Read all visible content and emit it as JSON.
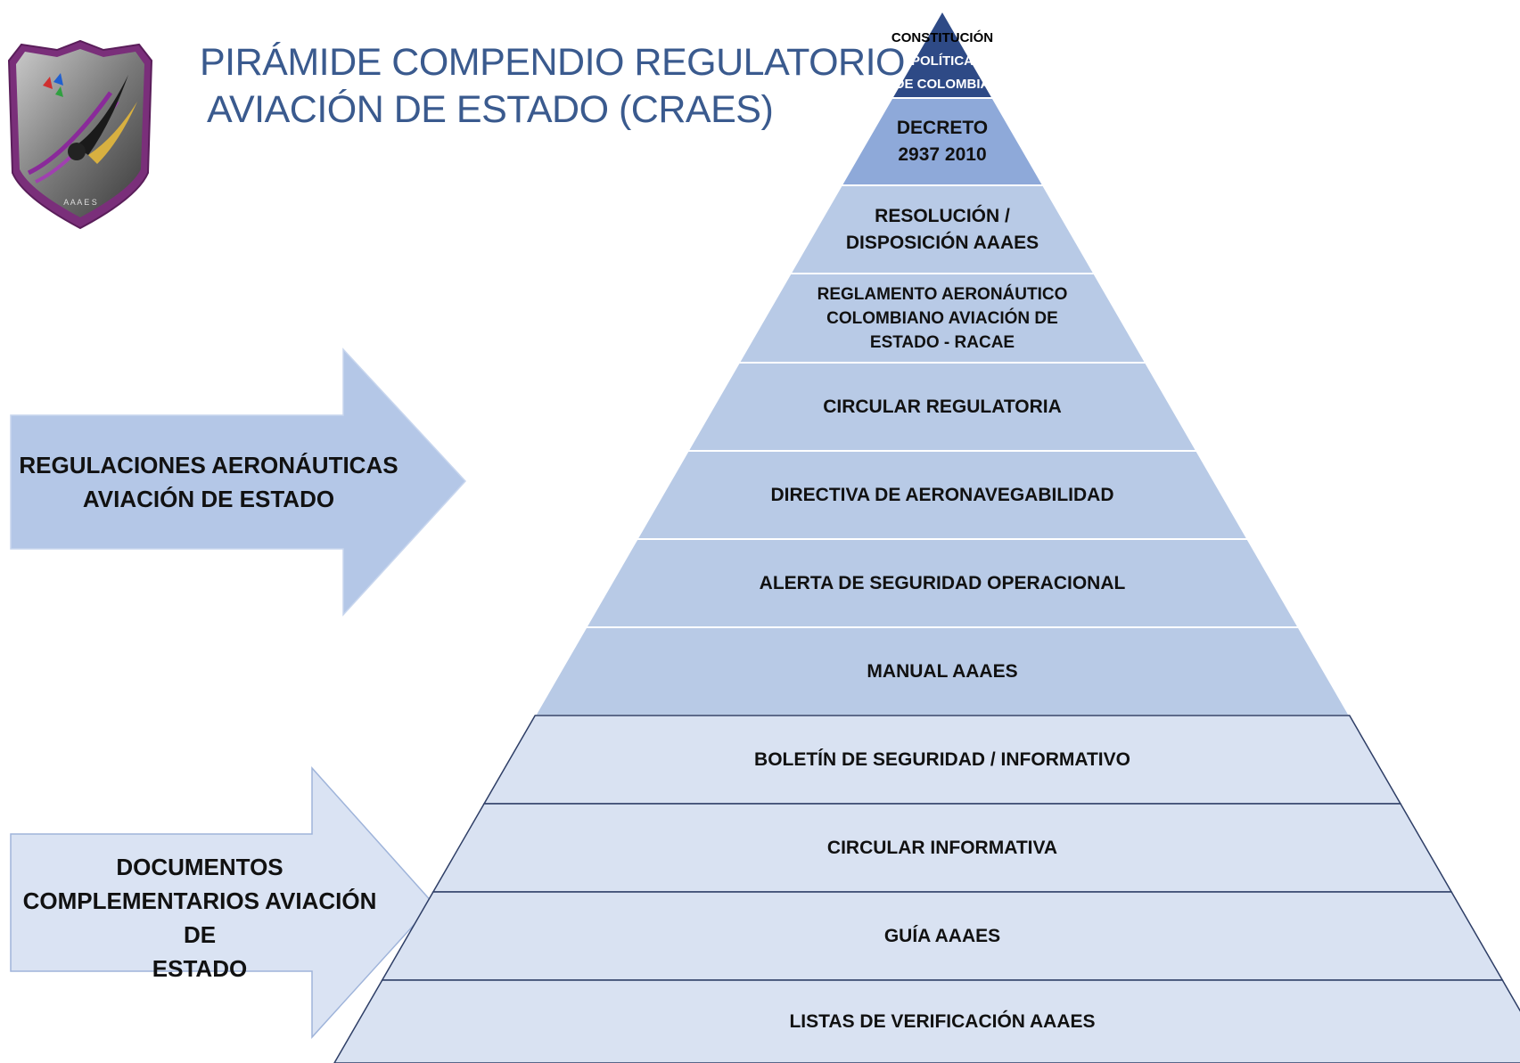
{
  "title": {
    "line1": "PIRÁMIDE COMPENDIO REGULATORIO",
    "line2": "AVIACIÓN DE ESTADO (CRAES)"
  },
  "logo": {
    "icon": "eagle-crest-shield-icon",
    "text": "A A A E S"
  },
  "colors": {
    "regulation_fill": "#b8cae6",
    "top_fill": "#2e4a86",
    "second_fill": "#8ea9d9",
    "document_fill": "#d9e2f2",
    "document_border": "#2e3e66",
    "arrow1_fill": "#b4c7e7",
    "arrow2_fill": "#dae3f3",
    "title_color": "#3a5a8e"
  },
  "arrows": [
    {
      "label_lines": [
        "REGULACIONES AERONÁUTICAS",
        "AVIACIÓN DE ESTADO"
      ]
    },
    {
      "label_lines": [
        "DOCUMENTOS",
        "COMPLEMENTARIOS AVIACIÓN DE",
        "ESTADO"
      ]
    }
  ],
  "pyramid": {
    "levels": [
      {
        "lines": [
          "CONSTITUCIÓN",
          "POLÍTICA",
          "DE COLOMBIA"
        ],
        "group": "regulation"
      },
      {
        "lines": [
          "DECRETO",
          "2937 2010"
        ],
        "group": "regulation"
      },
      {
        "lines": [
          "RESOLUCIÓN /",
          "DISPOSICIÓN AAAES"
        ],
        "group": "regulation"
      },
      {
        "lines": [
          "REGLAMENTO AERONÁUTICO",
          "COLOMBIANO AVIACIÓN DE",
          "ESTADO - RACAE"
        ],
        "group": "regulation"
      },
      {
        "lines": [
          "CIRCULAR  REGULATORIA"
        ],
        "group": "regulation"
      },
      {
        "lines": [
          "DIRECTIVA  DE AERONAVEGABILIDAD"
        ],
        "group": "regulation"
      },
      {
        "lines": [
          "ALERTA DE SEGURIDAD OPERACIONAL"
        ],
        "group": "regulation"
      },
      {
        "lines": [
          "MANUAL  AAAES"
        ],
        "group": "regulation"
      },
      {
        "lines": [
          "BOLETÍN DE SEGURIDAD / INFORMATIVO"
        ],
        "group": "document"
      },
      {
        "lines": [
          "CIRCULAR  INFORMATIVA"
        ],
        "group": "document"
      },
      {
        "lines": [
          "GUÍA AAAES"
        ],
        "group": "document"
      },
      {
        "lines": [
          "LISTAS DE VERIFICACIÓN AAAES"
        ],
        "group": "document"
      }
    ]
  }
}
